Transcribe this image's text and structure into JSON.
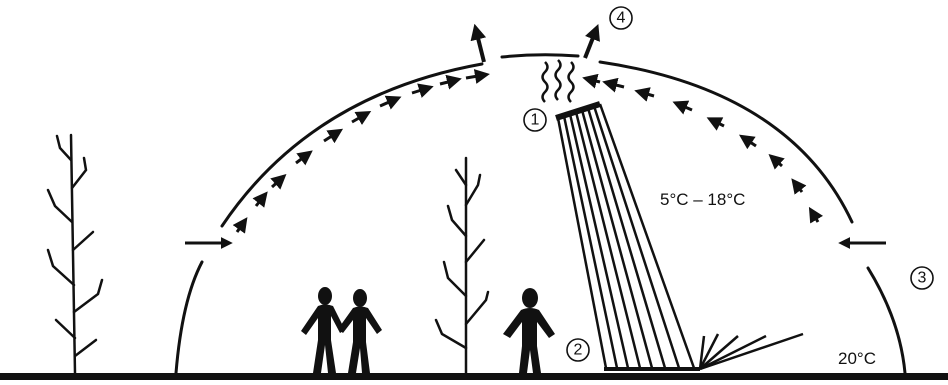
{
  "callouts": [
    "1",
    "2",
    "3",
    "4"
  ],
  "temperatures": {
    "canopy_range": "5°C – 18°C",
    "ground": "20°C"
  },
  "colors": {
    "ink": "#111111",
    "background": "#ffffff"
  },
  "icons": [
    "bare-tree-icon",
    "person-icon",
    "arrow-icon",
    "heat-wave-icon"
  ]
}
